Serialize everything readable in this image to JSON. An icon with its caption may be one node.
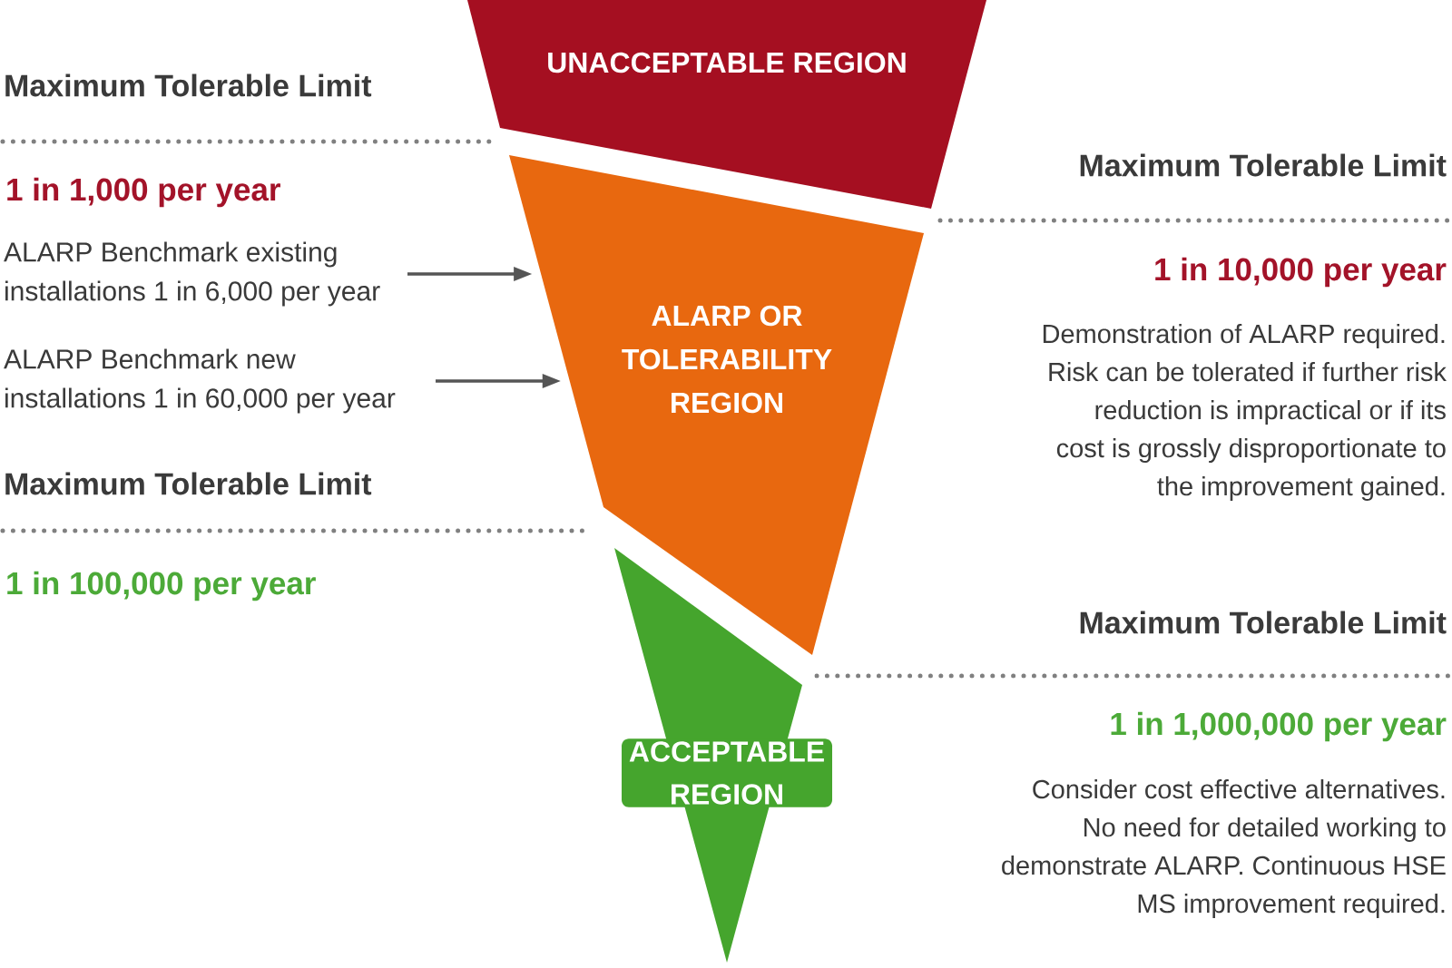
{
  "diagram": {
    "nodes": [
      {
        "text": [
          "UNACCEPTABLE REGION"
        ]
      },
      {
        "text": [
          "ALARP OR TOLERABILITY REGION"
        ]
      },
      {
        "text": [
          "ACCEPTABLE REGION"
        ]
      },
      {
        "text": [
          "ALARP Benchmark existing installations 1 in 6,000 per year"
        ]
      },
      {
        "text": [
          "ALARP Benchmark new installations 1 in 60,000 per year"
        ]
      }
    ],
    "edges": [
      {
        "from": 3,
        "to": 1,
        "arrow": "to"
      },
      {
        "from": 4,
        "to": 1,
        "arrow": "to"
      }
    ],
    "labels": [
      "Maximum Tolerable Limit",
      "1 in 1,000 per year",
      "Maximum Tolerable Limit",
      "1 in 100,000 per year",
      "Maximum Tolerable Limit",
      "1 in 10,000 per year",
      "Demonstration of ALARP required. Risk can be tolerated if further risk reduction is impractical or if its cost is grossly disproportionate to the improvement gained.",
      "Maximum Tolerable Limit",
      "1 in 1,000,000 per year",
      "Consider cost effective alternatives. No need for detailed working to demonstrate ALARP. Continuous HSE MS improvement required."
    ]
  }
}
